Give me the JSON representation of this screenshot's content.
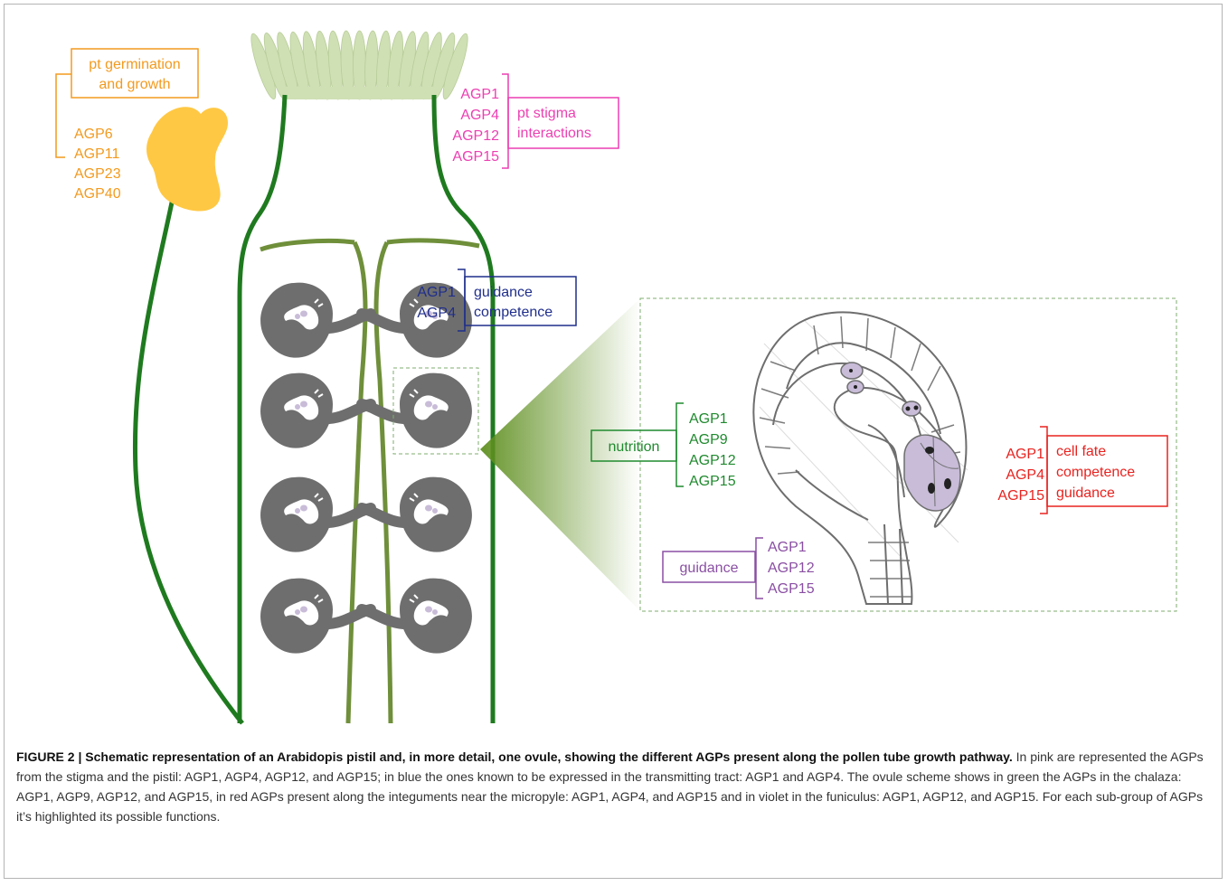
{
  "colors": {
    "orange": "#f39a1e",
    "pink": "#ec3fb2",
    "blue": "#1f2e8c",
    "green": "#1f8a2e",
    "red": "#e8231f",
    "violet": "#8a4fa3",
    "pistil_wall": "#1f7a1f",
    "septum": "#6f8f3a",
    "stigma": "#cfe0b4",
    "pollen": "#ffc844",
    "ovule": "#6e6e6e",
    "embryo_sac": "#c8bcd8",
    "caption_text": "#333333"
  },
  "labels": {
    "pollen_function": [
      "pt germination",
      "and growth"
    ],
    "pollen_agps": [
      "AGP6",
      "AGP11",
      "AGP23",
      "AGP40"
    ],
    "stigma_agps": [
      "AGP1",
      "AGP4",
      "AGP12",
      "AGP15"
    ],
    "stigma_function": [
      "pt stigma",
      "interactions"
    ],
    "tract_agps": [
      "AGP1",
      "AGP4"
    ],
    "tract_function": [
      "guidance",
      "competence"
    ],
    "chalaza_function": "nutrition",
    "chalaza_agps": [
      "AGP1",
      "AGP9",
      "AGP12",
      "AGP15"
    ],
    "micropyle_agps": [
      "AGP1",
      "AGP4",
      "AGP15"
    ],
    "micropyle_function": [
      "cell fate",
      "competence",
      "guidance"
    ],
    "funiculus_function": "guidance",
    "funiculus_agps": [
      "AGP1",
      "AGP12",
      "AGP15"
    ]
  },
  "icons": [
    "pollen-grain-icon",
    "stigma-papillae-icon",
    "ovule-icon",
    "embryo-sac-icon"
  ],
  "caption": {
    "title": "FIGURE 2 | Schematic representation of an Arabidopis pistil and, in more detail, one ovule, showing the different AGPs present along the pollen tube growth pathway.",
    "body": " In pink are represented the AGPs from the stigma and the pistil: AGP1, AGP4, AGP12, and AGP15; in blue the ones known to be expressed in the transmitting tract: AGP1 and AGP4. The ovule scheme shows in green the AGPs in the chalaza: AGP1, AGP9, AGP12, and AGP15, in red AGPs present along the integuments near the micropyle: AGP1, AGP4, and AGP15 and in violet in the funiculus: AGP1, AGP12, and AGP15. For each sub-group of AGPs it’s highlighted its possible functions."
  }
}
